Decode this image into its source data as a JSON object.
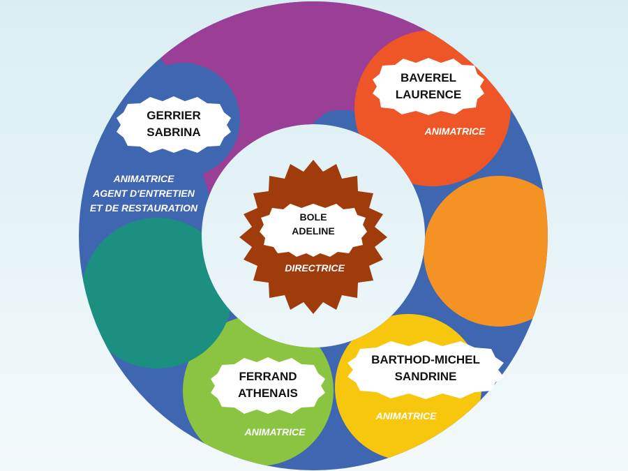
{
  "diagram": {
    "colors": {
      "purple": "#9b3f96",
      "red_orange": "#ee5527",
      "orange": "#f59224",
      "yellow": "#f7c70e",
      "green": "#8bc441",
      "teal": "#1c9080",
      "blue": "#3f66b0",
      "center_badge": "#a03c0b",
      "badge_fill": "#ffffff"
    },
    "center": {
      "name_line1": "BOLE",
      "name_line2": "ADELINE",
      "role": "DIRECTRICE"
    },
    "members": [
      {
        "name_line1": "BAVEREL",
        "name_line2": "LAURENCE",
        "role_lines": [
          "ANIMATRICE"
        ]
      },
      {
        "name_line1": "BARTHOD-MICHEL",
        "name_line2": "SANDRINE",
        "role_lines": [
          "ANIMATRICE"
        ]
      },
      {
        "name_line1": "FERRAND",
        "name_line2": "ATHENAIS",
        "role_lines": [
          "ANIMATRICE"
        ]
      },
      {
        "name_line1": "GERRIER",
        "name_line2": "SABRINA",
        "role_lines": [
          "ANIMATRICE",
          "AGENT D'ENTRETIEN",
          "ET DE RESTAURATION"
        ]
      }
    ]
  }
}
